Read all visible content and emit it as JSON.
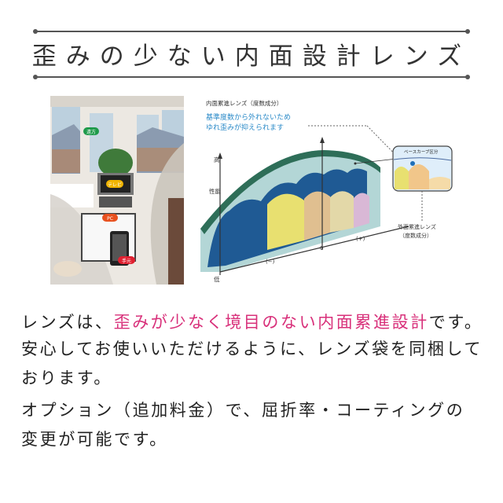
{
  "heading": {
    "title": "歪みの少ない内面設計レンズ"
  },
  "photo": {
    "labels": {
      "far": "遠方",
      "tv": "テレビ",
      "pc": "PC",
      "hand": "手元"
    },
    "label_colors": {
      "far": "#1e9a4a",
      "tv": "#f0b400",
      "pc": "#e8501e",
      "hand": "#e02030"
    }
  },
  "diagram": {
    "title": "内面累進レンズ（度数成分）",
    "highlight_line1": "基準度数から外れないため",
    "highlight_line2": "ゆれ歪みが抑えられます",
    "axis_high": "高",
    "axis_performance": "性能",
    "axis_low": "低",
    "tick_minus": "(−)",
    "tick_zero": "0",
    "tick_plus": "(+)",
    "inset_label": "ベースカーブ区分",
    "outer_label_line1": "外面累進レンズ",
    "outer_label_line2": "（度数成分）",
    "highlight_color": "#2a8ac8"
  },
  "body": {
    "line1_prefix": "レンズは、",
    "line1_highlight": "歪みが少なく境目のない内面累進設計",
    "line1_suffix": "です。",
    "line2": "安心してお使いいただけるように、レンズ袋を同梱して",
    "line3": "おります。",
    "line4": "オプション（追加料金）で、屈折率・コーティングの",
    "line5": "変更が可能です。",
    "highlight_color": "#d8307a"
  }
}
